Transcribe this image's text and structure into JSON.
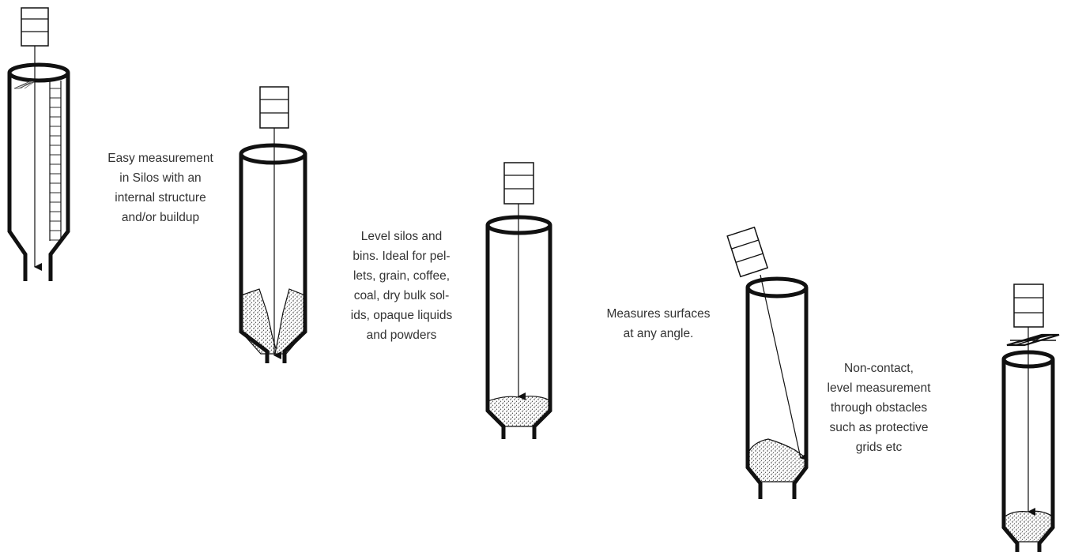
{
  "captions": [
    {
      "lines": [
        "Easy measurement",
        "in Silos with an",
        "internal structure",
        "and/or buildup"
      ]
    },
    {
      "lines": [
        "Level silos and",
        "bins. Ideal for pel-",
        "lets, grain, coffee,",
        "coal, dry bulk sol-",
        "ids, opaque liquids",
        "and powders"
      ]
    },
    {
      "lines": [
        "Measures surfaces",
        "at any angle."
      ]
    },
    {
      "lines": [
        "Non-contact,",
        "level measurement",
        "through obstacles",
        "such as protective",
        "grids etc"
      ]
    }
  ],
  "colors": {
    "ink": "#111111",
    "text": "#333333",
    "background": "#ffffff"
  },
  "icons": [
    "level-sensor-icon",
    "silo-icon",
    "measurement-beam-icon",
    "bulk-material-icon",
    "protective-grid-icon",
    "internal-ladder-icon"
  ]
}
